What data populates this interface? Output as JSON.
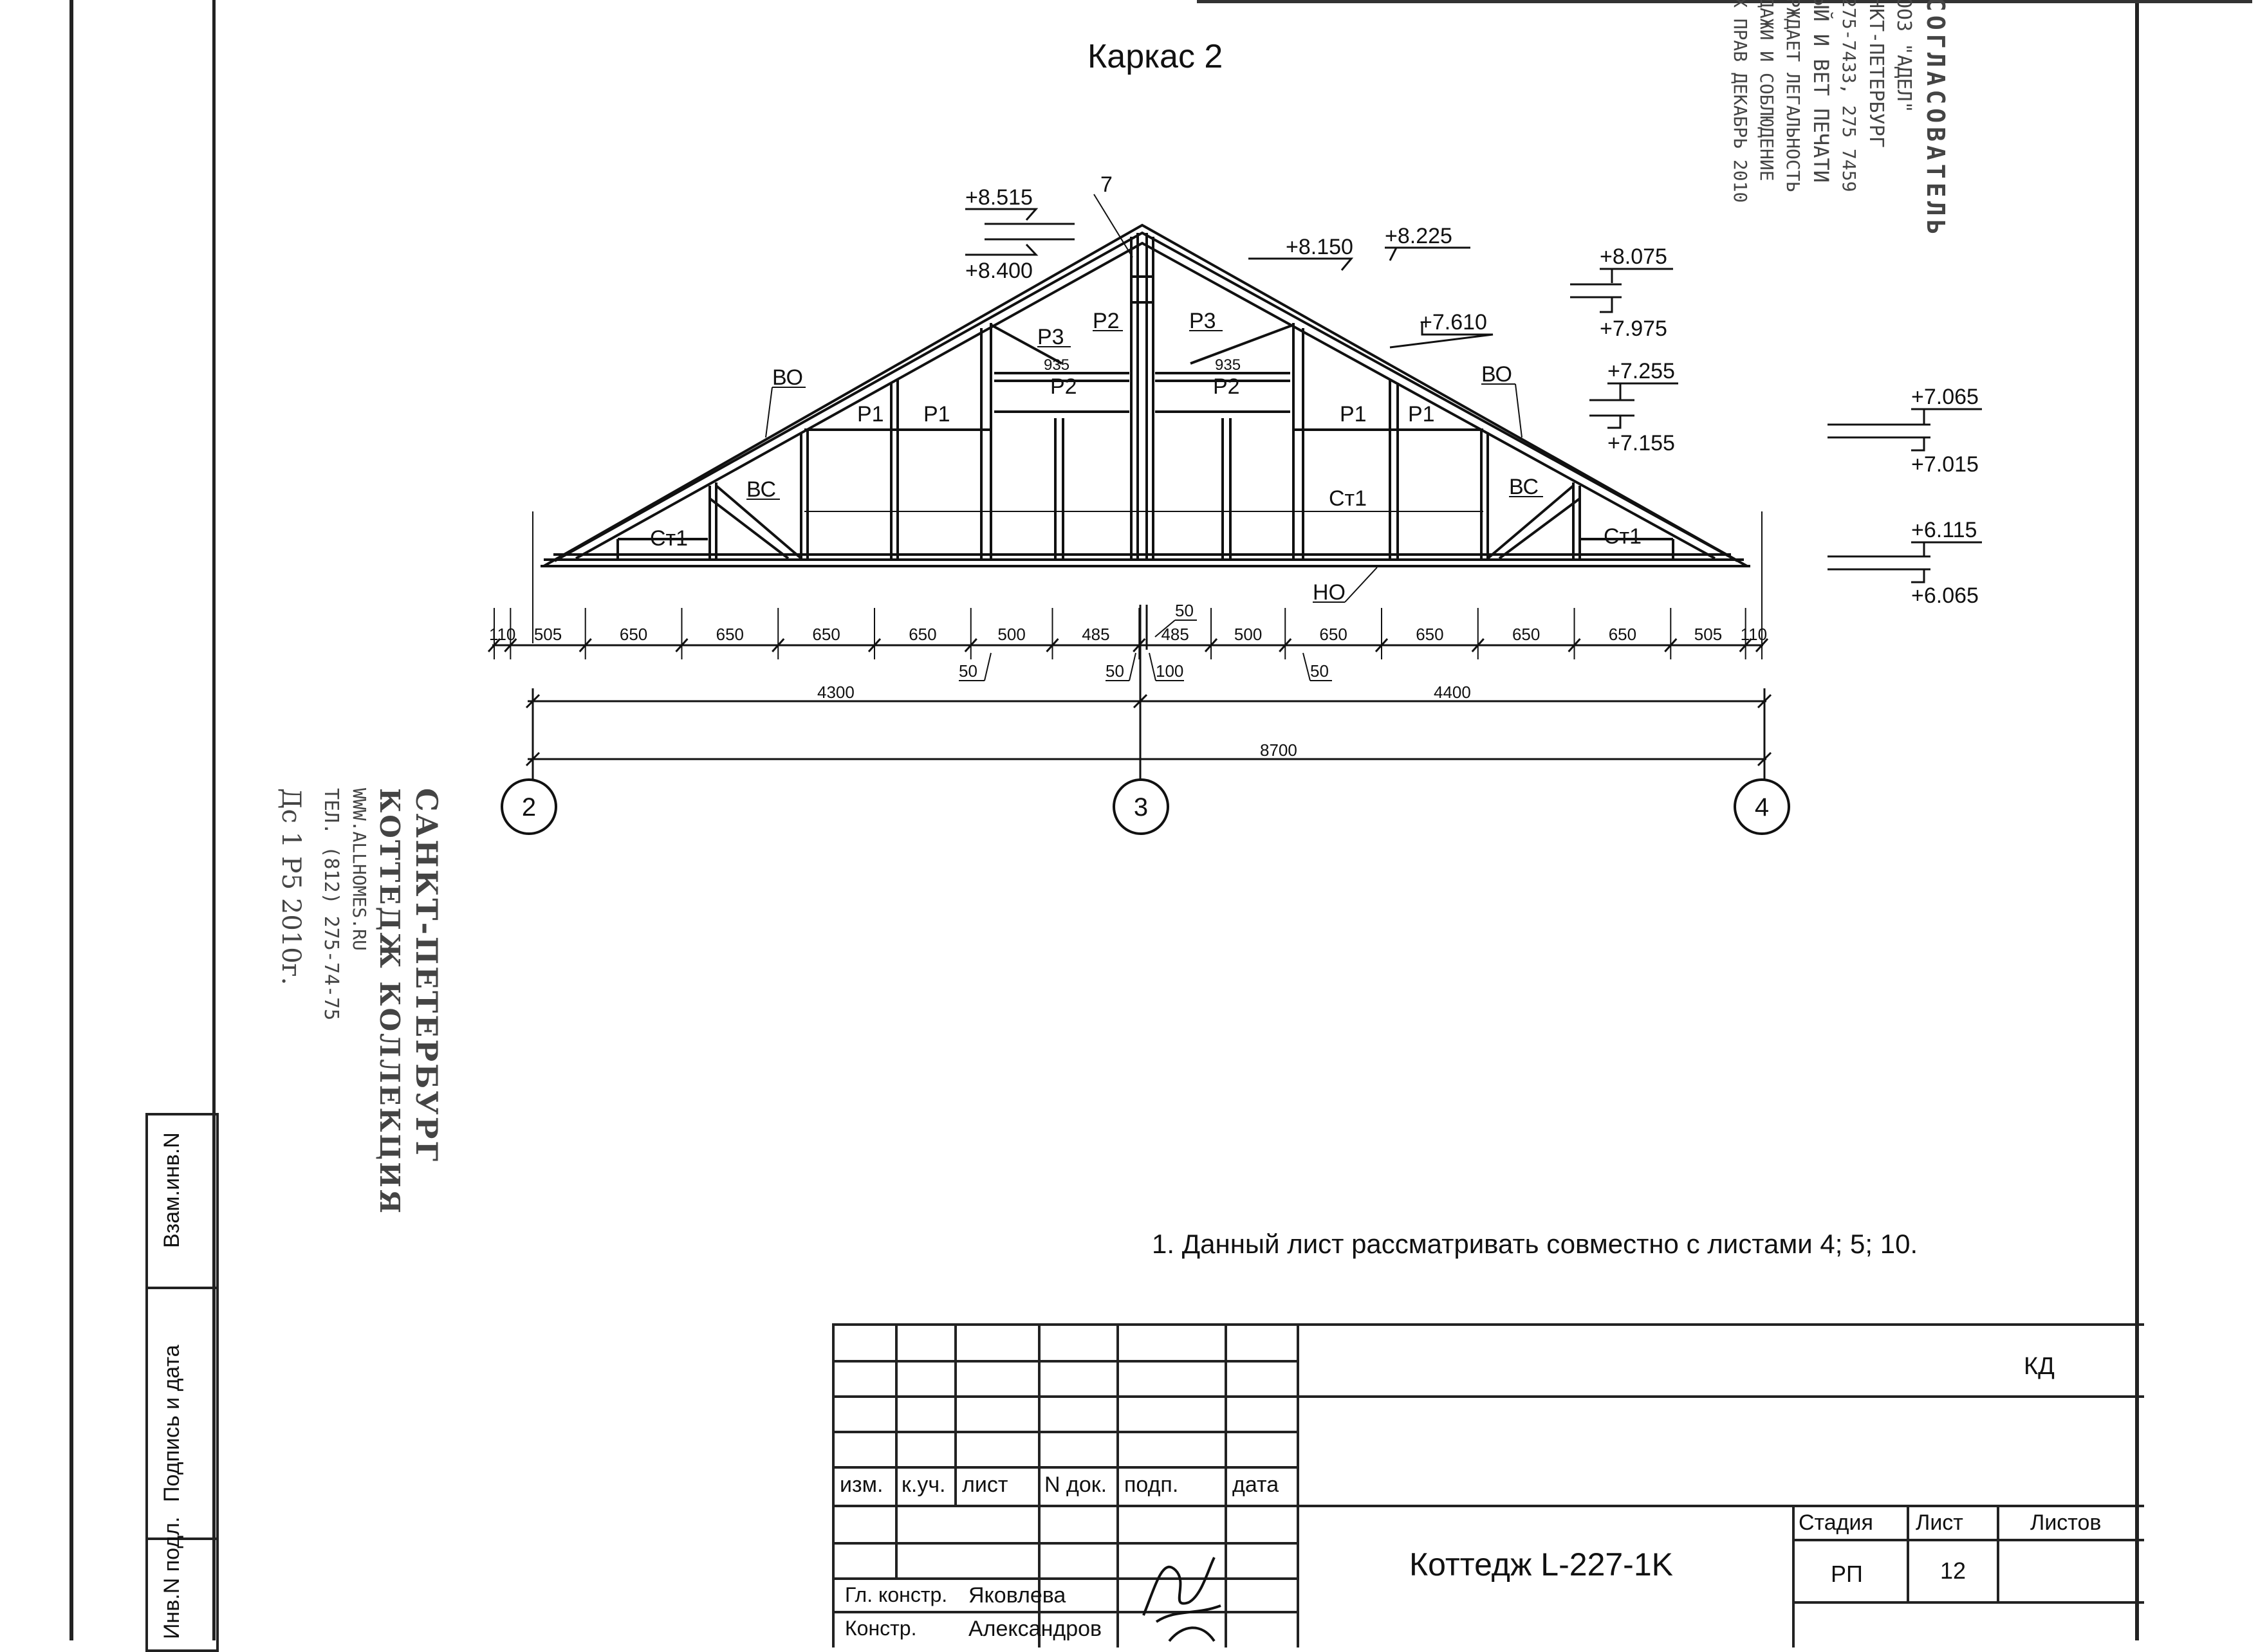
{
  "sheet": {
    "title": "Каркас 2",
    "note": "1. Данный лист рассматривать совместно с листами 4; 5; 10."
  },
  "drawing": {
    "members": {
      "ridge_post": "7",
      "top_chord_left": "ВО",
      "top_chord_right": "ВО",
      "strut_left": "ВС",
      "strut_right": "ВС",
      "bottom_chord": "НО",
      "r1_a": "Р1",
      "r1_b": "Р1",
      "r1_c": "Р1",
      "r1_d": "Р1",
      "r2_left": "Р2",
      "r2_center": "Р2",
      "r2_right": "Р2",
      "r3_left": "Р3",
      "r3_right": "Р3",
      "st1_left": "Ст1",
      "st1_center": "Ст1",
      "st1_right": "Ст1"
    },
    "inner_dims": {
      "left": "935",
      "right": "935"
    },
    "elevations": {
      "e8515": "+8.515",
      "e8400": "+8.400",
      "e8150": "+8.150",
      "e8225": "+8.225",
      "e8075": "+8.075",
      "e7975": "+7.975",
      "e7610": "+7.610",
      "e7255": "+7.255",
      "e7155": "+7.155",
      "e7065": "+7.065",
      "e7015": "+7.015",
      "e6115": "+6.115",
      "e6065": "+6.065"
    },
    "dims_row": [
      "110",
      "505",
      "650",
      "650",
      "650",
      "650",
      "500",
      "485",
      "485",
      "500",
      "650",
      "650",
      "650",
      "650",
      "505",
      "110"
    ],
    "dims_small": {
      "d50_top": "50",
      "d50_a": "50",
      "d50_b": "50",
      "d100": "100",
      "d50_c": "50"
    },
    "dims_total": {
      "left": "4300",
      "right": "4400",
      "overall": "8700"
    },
    "axes": {
      "a2": "2",
      "a3": "3",
      "a4": "4"
    }
  },
  "stamps": {
    "left": [
      "САНКТ-ПЕТЕРБУРГ",
      "КОТТЕДЖ КОЛЛЕКЦИЯ",
      "WWW.ALLHOMES.RU",
      "ТЕЛ. (812)  275-74-75",
      "Дс  1  Р5  2010г."
    ],
    "right": [
      "СОГЛАСОВАТЕЛЬ",
      "ОО3 \"АДЕЛ\"",
      "НКТ-ПЕТЕРБУРГ",
      "275-7433, 275 7459",
      "ЫЙ  И ВЕТ  ПЕЧАТИ",
      "РЖДАЕТ ЛЕГАЛЬНОСТЬ",
      "ДАЖИ И СОБЛЮДЕНИЕ",
      "Х ПРАВ   ДЕКАБРЬ 2010"
    ]
  },
  "side_stamp": {
    "vzam": "Взам.инв.N",
    "podpis": "Подпись и дата",
    "inv": "Инв.N подл."
  },
  "title_block": {
    "headers": [
      "изм.",
      "к.уч.",
      "лист",
      "N док.",
      "подп.",
      "дата"
    ],
    "code": "КД",
    "project": "Коттедж L-227-1K",
    "stage_label": "Стадия",
    "sheet_label": "Лист",
    "sheets_label": "Листов",
    "stage": "РП",
    "sheet": "12",
    "sheets": "",
    "roles": [
      {
        "role": "Гл. констр.",
        "name": "Яковлева"
      },
      {
        "role": "Констр.",
        "name": "Александров"
      }
    ]
  }
}
